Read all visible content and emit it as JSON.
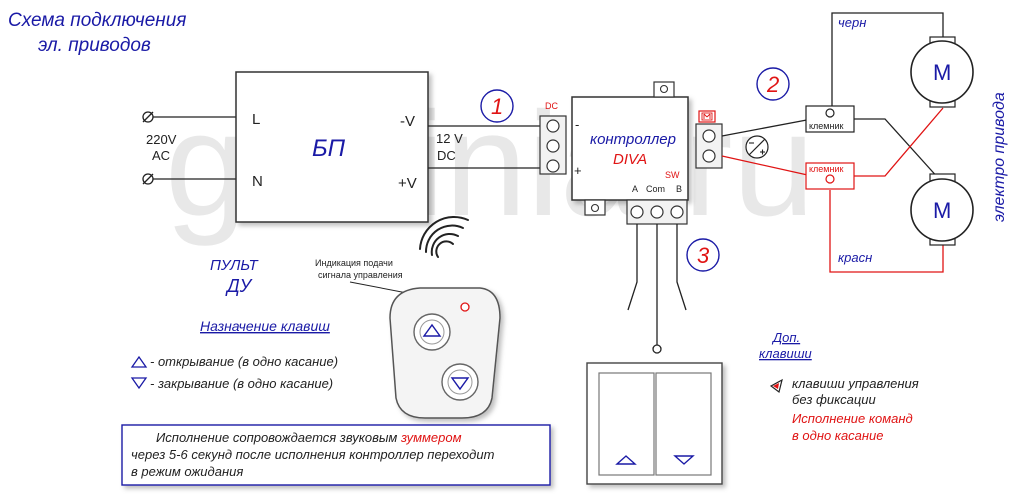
{
  "title": {
    "line1": "Схема подключения",
    "line2": "эл. приводов"
  },
  "watermark": "gorlinia.ru",
  "mains": {
    "voltage": "220V",
    "type": "AC",
    "L": "L",
    "N": "N"
  },
  "psu": {
    "name": "БП",
    "minus": "-V",
    "plus": "+V",
    "out_voltage": "12 V",
    "out_type": "DC"
  },
  "markers": [
    "1",
    "2",
    "3"
  ],
  "controller": {
    "label": "контроллер",
    "model": "DIVA",
    "dc_tag": "DC",
    "sw_tag": "SW",
    "minus": "-",
    "plus": "+",
    "pins": [
      "A",
      "Com",
      "B"
    ]
  },
  "motor_section": {
    "black_wire": "черн",
    "red_wire": "красн",
    "terminal": "клемник",
    "motor_symbol": "M",
    "side_label": "электро привода"
  },
  "remote": {
    "title_line1": "ПУЛЬТ",
    "title_line2": "ДУ",
    "indicator_line1": "Индикация подачи",
    "indicator_line2": "сигнала управления",
    "keys_heading": "Назначение клавиш",
    "open": "- открывание  (в одно касание)",
    "close": "- закрывание  (в одно касание)"
  },
  "extra_keys": {
    "heading_line1": "Доп.",
    "heading_line2": "клавиши",
    "desc_line1": "клавиши управления",
    "desc_line2": "без фиксации",
    "red_line1": "Исполнение команд",
    "red_line2": "в одно касание"
  },
  "note": {
    "part1": "Исполнение сопровождается звуковым ",
    "red_word": "зуммером",
    "line2": "через 5-6  секунд после исполнения контроллер переходит",
    "line3": "в режим ожидания"
  },
  "colors": {
    "blue": "#1a1aa6",
    "red": "#e01414",
    "wire": "#222222",
    "watermark": "#e6e6e6"
  }
}
